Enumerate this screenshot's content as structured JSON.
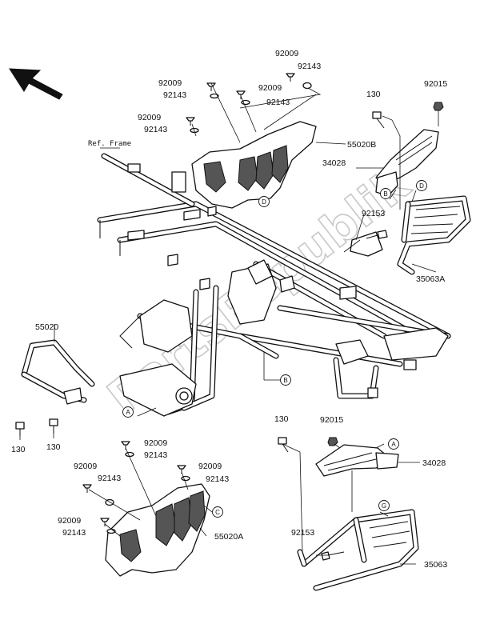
{
  "labels": {
    "ref_frame": "Ref. Frame",
    "p92009_a": "92009",
    "p92143_a": "92143",
    "p92009_b": "92009",
    "p92143_b": "92143",
    "p92009_c": "92009",
    "p92143_c": "92143",
    "p92009_d": "92009",
    "p92143_d": "92143",
    "p55020b": "55020B",
    "p130_a": "130",
    "p92015_a": "92015",
    "p34028_a": "34028",
    "p92153_a": "92153",
    "p35063a": "35063A",
    "p55020": "55020",
    "p130_b": "130",
    "p130_c": "130",
    "p130_d": "130",
    "p92015_b": "92015",
    "p34028_b": "34028",
    "p92153_b": "92153",
    "p35063": "35063",
    "p92009_e": "92009",
    "p92143_e": "92143",
    "p92009_f": "92009",
    "p92143_f": "92143",
    "p92009_g": "92009",
    "p92143_g": "92143",
    "p92009_h": "92009",
    "p92143_h": "92143",
    "p55020a": "55020A"
  },
  "callouts": {
    "a1": "A",
    "a2": "A",
    "b1": "B",
    "b2": "B",
    "c1": "C",
    "d1": "D",
    "d2": "D",
    "g1": "G"
  },
  "watermark": "PartsRepublik",
  "colors": {
    "line": "#111111",
    "watermark": "#c8c8c8",
    "background": "#ffffff"
  },
  "icons": {
    "direction": "front-direction-arrow-icon"
  }
}
